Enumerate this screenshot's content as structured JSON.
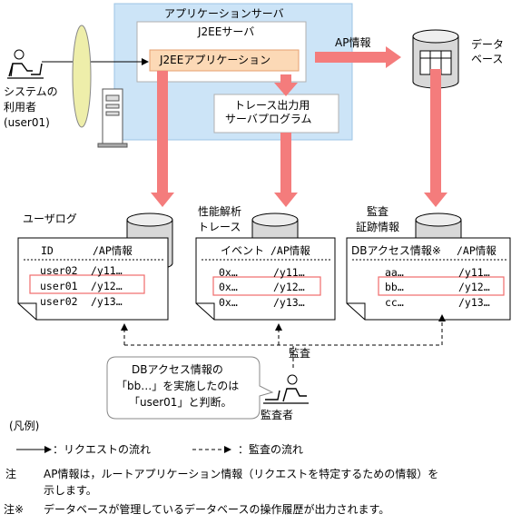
{
  "server": {
    "title": "アプリケーションサーバ",
    "j2ee_server": "J2EEサーバ",
    "j2ee_app": "J2EEアプリケーション",
    "trace_program_lines": [
      "トレース出力用",
      "サーバプログラム"
    ]
  },
  "user": {
    "lines": [
      "システムの",
      "利用者",
      "(user01)"
    ]
  },
  "database": {
    "label_lines": [
      "データ",
      "ベース"
    ],
    "arrow_label": "AP情報"
  },
  "user_log": {
    "title": "ユーザログ",
    "header": [
      "ID",
      "/AP情報"
    ],
    "rows": [
      [
        "user02",
        "/y11…"
      ],
      [
        "user01",
        "/y12…"
      ],
      [
        "user02",
        "/y13…"
      ]
    ]
  },
  "perf_trace": {
    "title_lines": [
      "性能解析",
      "トレース"
    ],
    "header": [
      "イベント",
      "/AP情報"
    ],
    "rows": [
      [
        "0x…",
        "/y11…"
      ],
      [
        "0x…",
        "/y12…"
      ],
      [
        "0x…",
        "/y13…"
      ]
    ]
  },
  "audit_log": {
    "title_lines": [
      "監査",
      "証跡情報"
    ],
    "header": [
      "DBアクセス情報※",
      "/AP情報"
    ],
    "rows": [
      [
        "aa…",
        "/y11…"
      ],
      [
        "bb…",
        "/y12…"
      ],
      [
        "cc…",
        "/y13…"
      ]
    ]
  },
  "audit_label": "監査",
  "auditor": {
    "label": "監査者"
  },
  "bubble_lines": [
    "DBアクセス情報の",
    "「bb…」を実施したのは",
    "「user01」と判断。"
  ],
  "legend": {
    "title": "(凡例)",
    "request_flow": "：リクエストの流れ",
    "audit_flow": "：監査の流れ"
  },
  "notes": [
    {
      "mark": "注",
      "lines": [
        "AP情報は，ルートアプリケーション情報（リクエストを特定するための情報）を",
        "示します。"
      ]
    },
    {
      "mark": "注※",
      "lines": [
        "データベースが管理しているデータベースの操作履歴が出力されます。"
      ]
    }
  ],
  "colors": {
    "server_bg": "#cce4f7",
    "app_box": "#fcd9b6",
    "flow_arrow": "#f47c7c",
    "highlight": "#f06c6c",
    "ellipse": "#eeeeaa"
  }
}
